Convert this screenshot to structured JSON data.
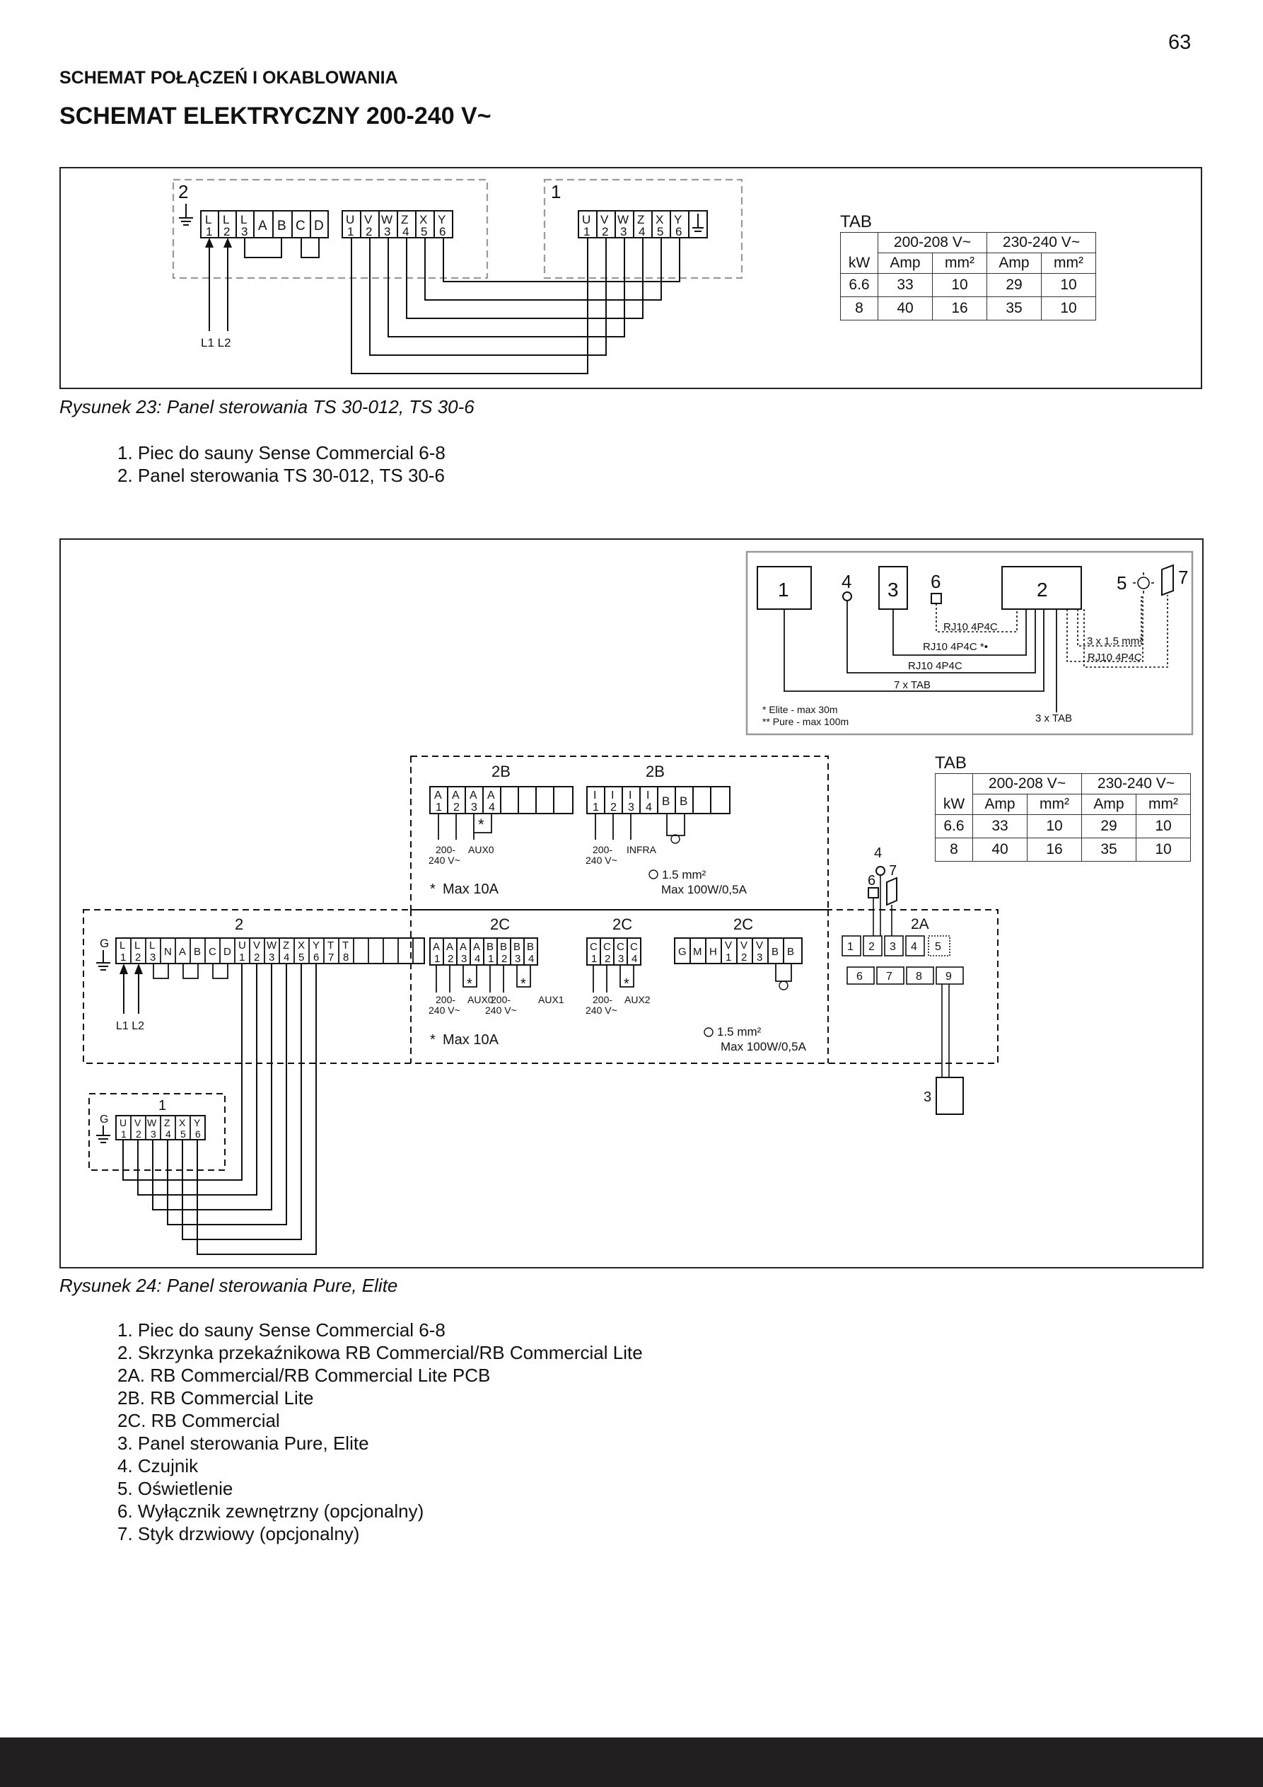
{
  "page_number": "63",
  "section_title": "SCHEMAT POŁĄCZEŃ I OKABLOWANIA",
  "main_title": "SCHEMAT ELEKTRYCZNY 200-240 V~",
  "tab_table": {
    "title": "TAB",
    "group_headers": [
      "200-208 V~",
      "230-240 V~"
    ],
    "col_headers": [
      "kW",
      "Amp",
      "mm²",
      "Amp",
      "mm²"
    ],
    "rows": [
      [
        "6.6",
        "33",
        "10",
        "29",
        "10"
      ],
      [
        "8",
        "40",
        "16",
        "35",
        "10"
      ]
    ]
  },
  "figure1": {
    "caption": "Rysunek 23: Panel sterowania TS 30-012, TS 30-6",
    "list": [
      "1. Piec do sauny Sense Commercial 6-8",
      "2. Panel sterowania TS 30-012, TS 30-6"
    ],
    "labels": {
      "box2": "2",
      "box1": "1",
      "l1l2": "L1 L2",
      "left_terms": [
        "L1",
        "L2",
        "L3",
        "A",
        "B",
        "C",
        "D"
      ],
      "uvwxyz": [
        "U1",
        "V2",
        "W3",
        "Z4",
        "X5",
        "Y6"
      ]
    }
  },
  "figure2": {
    "caption": "Rysunek 24: Panel sterowania Pure, Elite",
    "list": [
      "1. Piec do sauny Sense Commercial 6-8",
      "2. Skrzynka przekaźnikowa RB Commercial/RB Commercial Lite",
      "2A. RB Commercial/RB Commercial Lite PCB",
      "2B. RB Commercial Lite",
      "2C. RB Commercial",
      "3. Panel sterowania Pure, Elite",
      "4. Czujnik",
      "5. Oświetlenie",
      "6. Wyłącznik zewnętrzny (opcjonalny)",
      "7. Styk drzwiowy (opcjonalny)"
    ],
    "inset": {
      "box1": "1",
      "box3": "3",
      "box2": "2",
      "n4": "4",
      "n6": "6",
      "n5": "5",
      "n7": "7",
      "rj_a": "RJ10 4P4C",
      "rj_b": "RJ10 4P4C *•",
      "rj_c": "RJ10 4P4C",
      "rj_d": "RJ10 4P4C",
      "cable": "3 x 1.5 mm²",
      "seven_tab": "7 x TAB",
      "three_tab": "3 x TAB",
      "note1": "* Elite - max 30m",
      "note2": "** Pure - max 100m"
    },
    "labels": {
      "b2": "2",
      "b2b": "2B",
      "b2c": "2C",
      "b2a": "2A",
      "b1": "1",
      "g": "G",
      "l1l2": "L1 L2",
      "v200": "200-",
      "v240": "240 V~",
      "aux0": "AUX0",
      "aux1": "AUX1",
      "aux2": "AUX2",
      "infra": "INFRA",
      "mm15": "1.5 mm²",
      "max100": "Max 100W/0,5A",
      "max10": "Max  10A",
      "n3": "3",
      "n4": "4",
      "n6": "6",
      "n7": "7"
    }
  }
}
